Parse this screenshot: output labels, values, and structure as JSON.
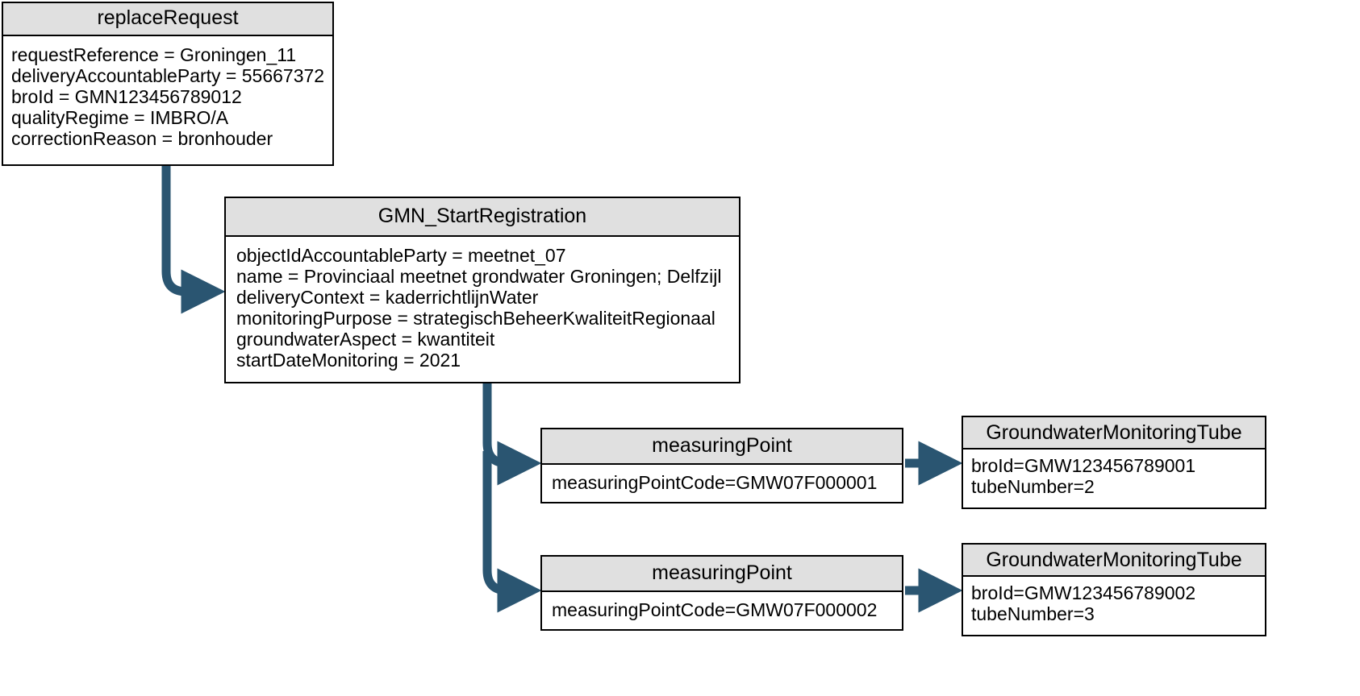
{
  "diagram": {
    "title": "GMN replaceRequest object diagram",
    "accent_color": "#2a5571",
    "header_fill": "#e0e0e0",
    "border_color": "#000000",
    "background": "#ffffff"
  },
  "boxes": {
    "replace_request": {
      "header": "replaceRequest",
      "attributes": [
        "requestReference = Groningen_11",
        "deliveryAccountableParty = 55667372",
        "broId = GMN123456789012",
        "qualityRegime = IMBRO/A",
        "correctionReason = bronhouder"
      ]
    },
    "gmn_start_registration": {
      "header": "GMN_StartRegistration",
      "attributes": [
        "objectIdAccountableParty = meetnet_07",
        "name = Provinciaal meetnet grondwater Groningen; Delfzijl",
        "deliveryContext = kaderrichtlijnWater",
        "monitoringPurpose = strategischBeheerKwaliteitRegionaal",
        "groundwaterAspect = kwantiteit",
        "startDateMonitoring = 2021"
      ]
    },
    "measuring_point_1": {
      "header": "measuringPoint",
      "attributes": [
        "measuringPointCode=GMW07F000001"
      ]
    },
    "measuring_point_2": {
      "header": "measuringPoint",
      "attributes": [
        "measuringPointCode=GMW07F000002"
      ]
    },
    "tube_1": {
      "header": "GroundwaterMonitoringTube",
      "attributes": [
        "broId=GMW123456789001",
        "tubeNumber=2"
      ]
    },
    "tube_2": {
      "header": "GroundwaterMonitoringTube",
      "attributes": [
        "broId=GMW123456789002",
        "tubeNumber=3"
      ]
    }
  },
  "connectors": [
    {
      "name": "replace-request-to-gmn-start-registration",
      "from": "replace_request",
      "to": "gmn_start_registration"
    },
    {
      "name": "gmn-start-registration-to-measuring-point-1",
      "from": "gmn_start_registration",
      "to": "measuring_point_1"
    },
    {
      "name": "gmn-start-registration-to-measuring-point-2",
      "from": "gmn_start_registration",
      "to": "measuring_point_2"
    },
    {
      "name": "measuring-point-1-to-tube-1",
      "from": "measuring_point_1",
      "to": "tube_1"
    },
    {
      "name": "measuring-point-2-to-tube-2",
      "from": "measuring_point_2",
      "to": "tube_2"
    }
  ]
}
